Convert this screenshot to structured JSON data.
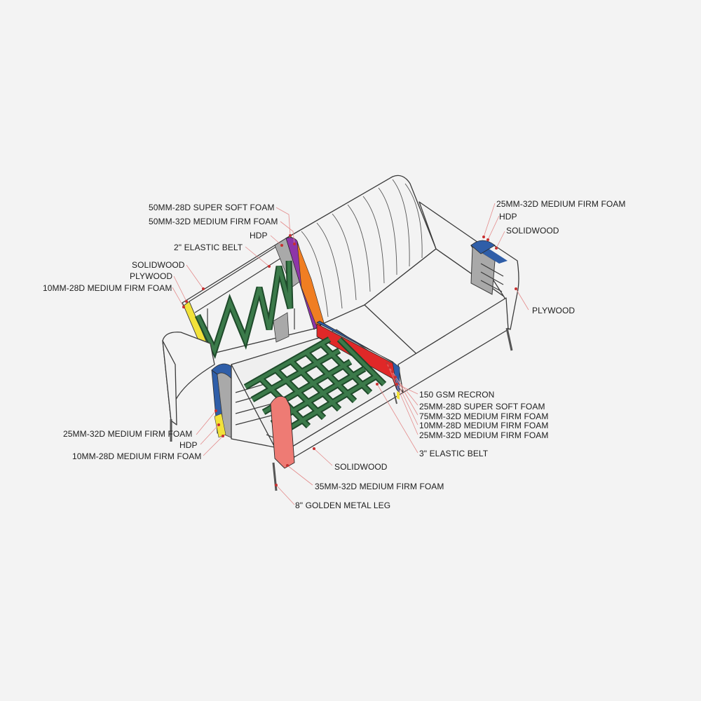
{
  "labels": {
    "back_super_soft": "50MM-28D SUPER SOFT FOAM",
    "back_medium_firm": "50MM-32D MEDIUM FIRM FOAM",
    "back_hdp": "HDP",
    "back_elastic": "2\" ELASTIC BELT",
    "back_solidwood": "SOLIDWOOD",
    "back_plywood": "PLYWOOD",
    "back_10mm": "10MM-28D MEDIUM FIRM FOAM",
    "rarm_25mm": "25MM-32D MEDIUM FIRM FOAM",
    "rarm_hdp": "HDP",
    "rarm_solidwood": "SOLIDWOOD",
    "rarm_plywood": "PLYWOOD",
    "seat_recron": "150 GSM RECRON",
    "seat_25mm_super": "25MM-28D SUPER SOFT FOAM",
    "seat_75mm": "75MM-32D MEDIUM FIRM FOAM",
    "seat_10mm": "10MM-28D MEDIUM FIRM FOAM",
    "seat_25mm_firm": "25MM-32D MEDIUM FIRM FOAM",
    "seat_elastic": "3\" ELASTIC BELT",
    "larm_25mm": "25MM-32D MEDIUM FIRM FOAM",
    "larm_hdp": "HDP",
    "larm_10mm": "10MM-28D MEDIUM FIRM FOAM",
    "base_solidwood": "SOLIDWOOD",
    "arm_35mm": "35MM-32D MEDIUM FIRM FOAM",
    "leg": "8\" GOLDEN METAL LEG"
  },
  "colors": {
    "purple_foam": "#8e35a8",
    "orange_foam": "#f07e22",
    "blue_foam": "#2f5ea8",
    "red_foam": "#e02828",
    "salmon_foam": "#ee7b74",
    "yellow_foam": "#f2e23a",
    "hdp_grey": "#a9a9a9",
    "belt_green": "#2c6b3a"
  }
}
